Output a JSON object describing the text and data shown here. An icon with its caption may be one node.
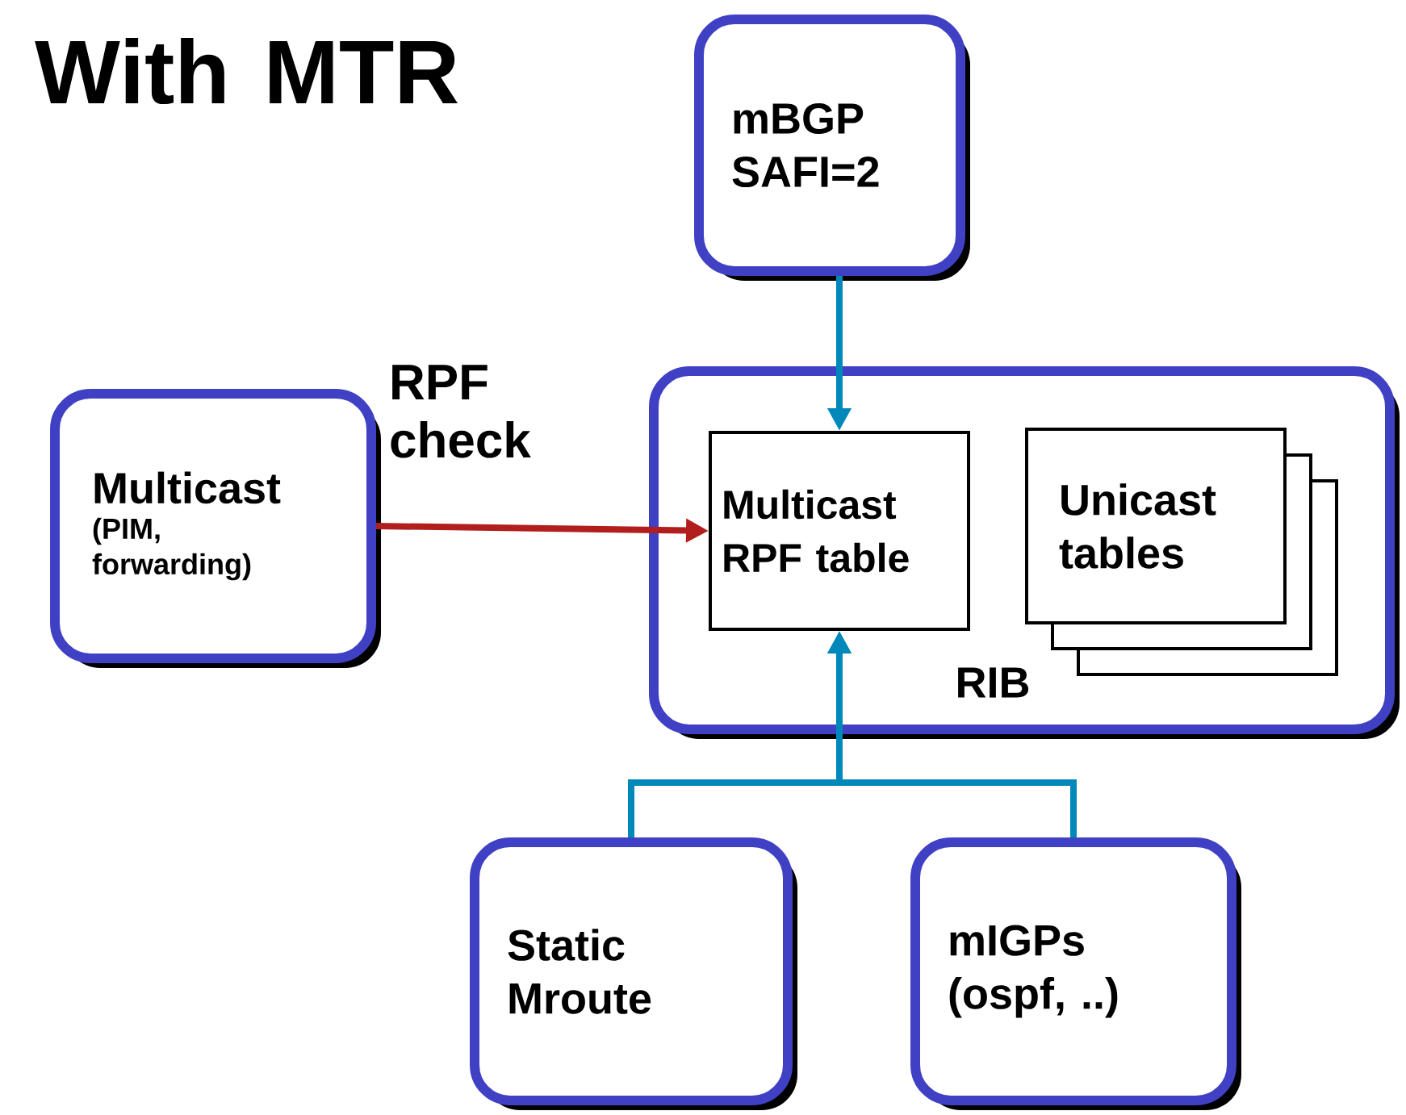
{
  "diagram": {
    "title": "With MTR",
    "nodes": [
      {
        "text": [
          "mBGP SAFI=2"
        ]
      },
      {
        "text": [
          "Multicast",
          "(PIM, forwarding)"
        ]
      },
      {
        "text": [
          "RIB"
        ]
      },
      {
        "text": [
          "Multicast RPF table"
        ],
        "in": 2
      },
      {
        "text": [
          "Unicast tables"
        ],
        "in": 2
      },
      {
        "text": [
          "Static Mroute"
        ]
      },
      {
        "text": [
          "mIGPs (ospf, ..)"
        ]
      }
    ],
    "edges": [
      {
        "from": 0,
        "to": 3,
        "arrow": "to"
      },
      {
        "from": 1,
        "to": 3,
        "arrow": "to",
        "label": "RPF check",
        "color": "#b21d1d"
      },
      {
        "from": 5,
        "to": 3,
        "arrow": "to"
      },
      {
        "from": 6,
        "to": 3,
        "arrow": "to"
      }
    ]
  }
}
